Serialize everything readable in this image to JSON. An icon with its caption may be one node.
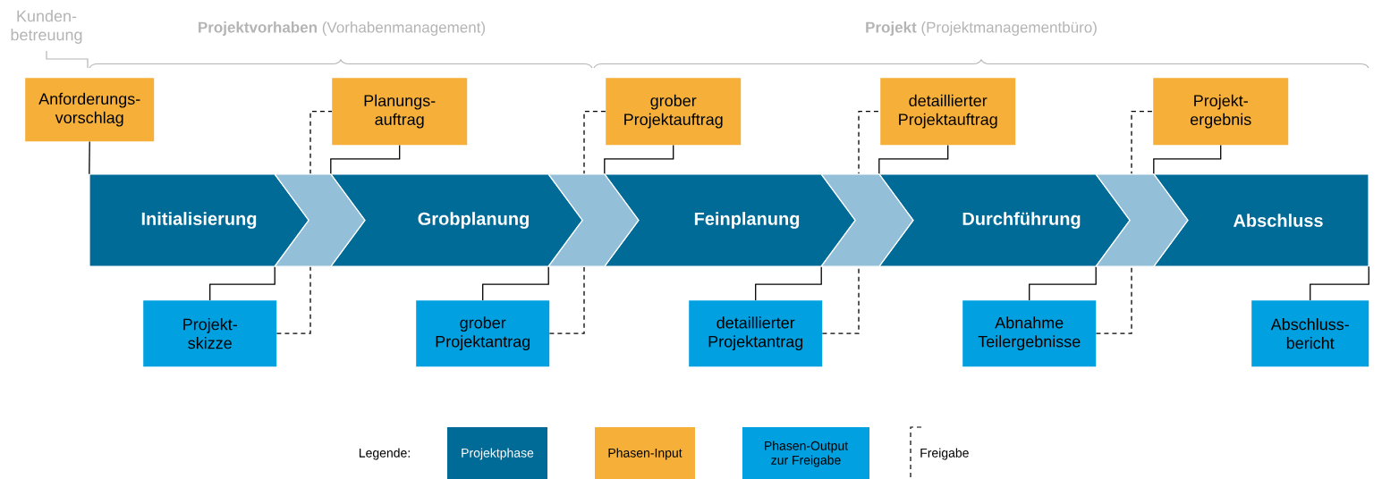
{
  "diagram": {
    "nodes": [
      {
        "text": [
          "Initialisierung"
        ]
      },
      {
        "text": [
          "Grobplanung"
        ]
      },
      {
        "text": [
          "Feinplanung"
        ]
      },
      {
        "text": [
          "Durchführung"
        ]
      },
      {
        "text": [
          "Abschluss"
        ]
      },
      {
        "text": [
          "Anforderungs- vorschlag"
        ]
      },
      {
        "text": [
          "Planungs- auftrag"
        ]
      },
      {
        "text": [
          "grober Projektauftrag"
        ]
      },
      {
        "text": [
          "detaillierter Projektauftrag"
        ]
      },
      {
        "text": [
          "Projekt- ergebnis"
        ]
      },
      {
        "text": [
          "Projekt- skizze"
        ]
      },
      {
        "text": [
          "grober Projektantrag"
        ]
      },
      {
        "text": [
          "detaillierter Projektantrag"
        ]
      },
      {
        "text": [
          "Abnahme Teilergebnisse"
        ]
      },
      {
        "text": [
          "Abschluss- bericht"
        ]
      }
    ],
    "edges": [
      {
        "from": 5,
        "to": 0,
        "arrow": "none"
      },
      {
        "from": 6,
        "to": 1,
        "arrow": "none"
      },
      {
        "from": 7,
        "to": 2,
        "arrow": "none"
      },
      {
        "from": 8,
        "to": 3,
        "arrow": "none"
      },
      {
        "from": 9,
        "to": 4,
        "arrow": "none"
      },
      {
        "from": 0,
        "to": 10,
        "arrow": "none"
      },
      {
        "from": 1,
        "to": 11,
        "arrow": "none"
      },
      {
        "from": 2,
        "to": 12,
        "arrow": "none"
      },
      {
        "from": 3,
        "to": 13,
        "arrow": "none"
      },
      {
        "from": 4,
        "to": 14,
        "arrow": "none"
      },
      {
        "from": 10,
        "to": 6,
        "arrow": "none",
        "style": "dashed"
      },
      {
        "from": 11,
        "to": 7,
        "arrow": "none",
        "style": "dashed"
      },
      {
        "from": 12,
        "to": 8,
        "arrow": "none",
        "style": "dashed"
      },
      {
        "from": 13,
        "to": 9,
        "arrow": "none",
        "style": "dashed"
      },
      {
        "from": 0,
        "to": 1,
        "arrow": "to"
      },
      {
        "from": 1,
        "to": 2,
        "arrow": "to"
      },
      {
        "from": 2,
        "to": 3,
        "arrow": "to"
      },
      {
        "from": 3,
        "to": 4,
        "arrow": "to"
      }
    ],
    "labels": [
      "Kunden- betreuung",
      "**Projektvorhaben** (Vorhabenmanagement)",
      "**Projekt** (Projektmanagementbüro)",
      "Legende:"
    ],
    "legend": [
      {
        "text": "Projektphase",
        "color": "#006b96"
      },
      {
        "text": "Phasen-Input",
        "color": "#f6b03a"
      },
      {
        "text": "Phasen-Output zur Freigabe",
        "color": "#00a0e1"
      },
      {
        "text": "Freigabe"
      }
    ]
  }
}
